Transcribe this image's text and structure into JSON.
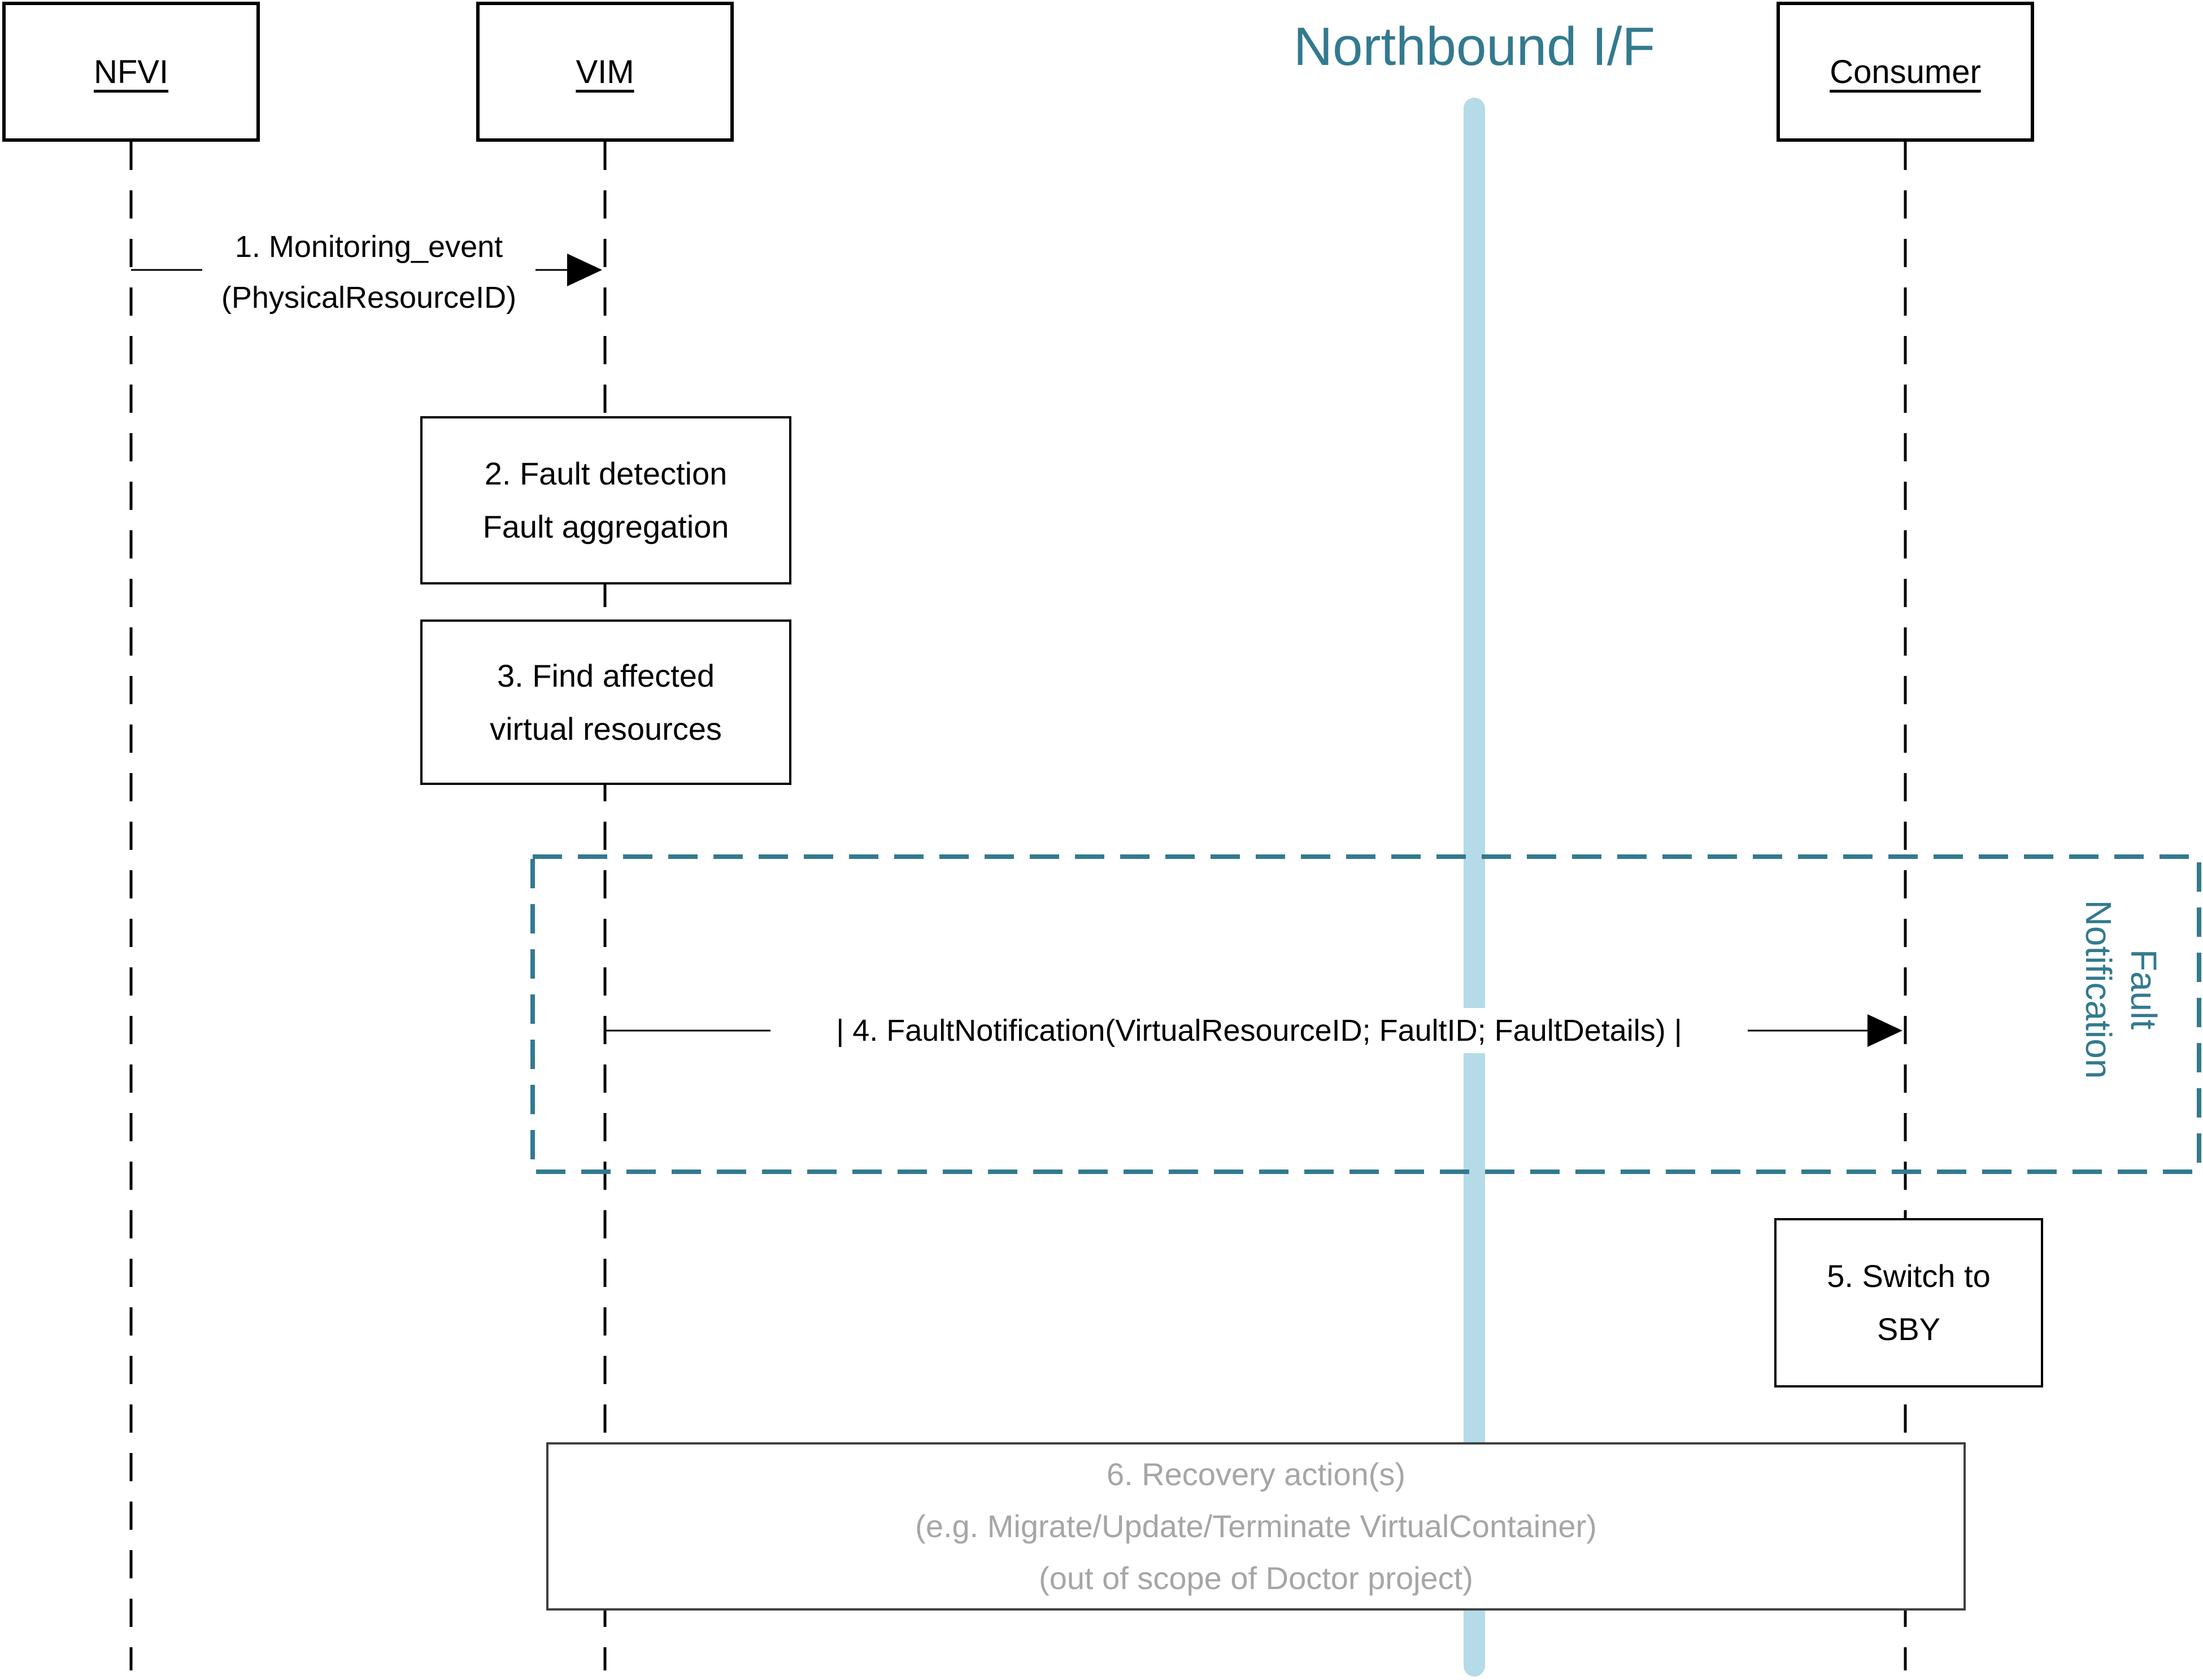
{
  "diagram": {
    "actors": [
      {
        "id": "nfvi",
        "label": "NFVI"
      },
      {
        "id": "vim",
        "label": "VIM"
      },
      {
        "id": "northbound",
        "label": "Northbound I/F"
      },
      {
        "id": "consumer",
        "label": "Consumer"
      }
    ],
    "messages": {
      "msg1": {
        "line1": "1. Monitoring_event",
        "line2": "(PhysicalResourceID)"
      },
      "msg4": {
        "label": "| 4. FaultNotification(VirtualResourceID; FaultID; FaultDetails) |"
      }
    },
    "steps": {
      "step2": {
        "line1": "2. Fault detection",
        "line2": "Fault aggregation"
      },
      "step3": {
        "line1": "3. Find affected",
        "line2": "virtual resources"
      },
      "step5": {
        "line1": "5. Switch to",
        "line2": "SBY"
      },
      "step6": {
        "line1": "6. Recovery action(s)",
        "line2": "(e.g. Migrate/Update/Terminate VirtualContainer)",
        "line3": "(out of scope of Doctor project)"
      }
    },
    "frame": {
      "line1": "Fault",
      "line2": "Notification"
    },
    "colors": {
      "teal": "#337A8F",
      "light_blue": "#B4DBE7",
      "gray_text": "#A6A6A6",
      "gray_border": "#404040",
      "black": "#000000"
    }
  }
}
